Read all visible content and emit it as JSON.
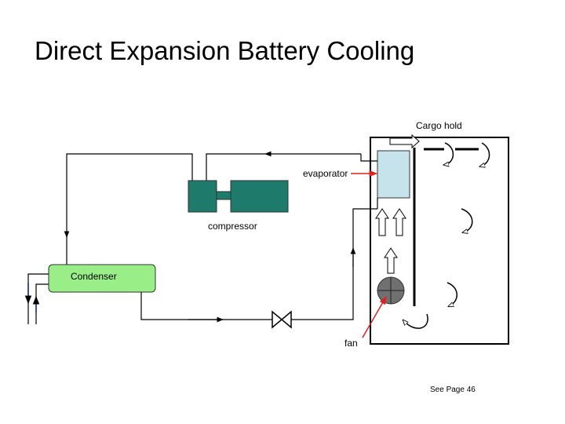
{
  "title": "Direct Expansion Battery Cooling",
  "labels": {
    "cargo_hold": "Cargo hold",
    "evaporator": "evaporator",
    "compressor": "compressor",
    "condenser": "Condenser",
    "fan": "fan",
    "page_ref": "See Page 46"
  },
  "colors": {
    "evaporator_fill": "#c6e2ea",
    "compressor_fill": "#1e7a6a",
    "condenser_fill": "#99ee88",
    "fan_fill": "#707070",
    "callout_arrow": "#e02020",
    "line": "#000000"
  },
  "icons": [
    "flow-arrow-icon",
    "air-swirl-icon",
    "expansion-valve-icon",
    "fan-icon"
  ]
}
